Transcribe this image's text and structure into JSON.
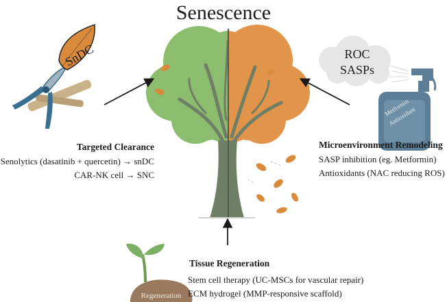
{
  "title": "Senescence",
  "left_panel": {
    "badge": "SnDC",
    "heading": "Targeted Clearance",
    "lines": [
      "Senolytics (dasatinib + quercetin) → snDC",
      "CAR-NK cell → SNC"
    ]
  },
  "right_panel": {
    "cloud_line1": "ROC",
    "cloud_line2": "SASPs",
    "bottle_line1": "Metformin",
    "bottle_line2": "Antioxidant",
    "heading": "Microenvironment Remodeling",
    "lines": [
      "SASP inhibition (eg. Metformin)",
      "Antioxidants (NAC reducing ROS)"
    ]
  },
  "bottom_panel": {
    "soil_label": "Regeneration",
    "heading": "Tissue Regeneration",
    "lines": [
      "Stem cell therapy (UC-MSCs for vascular repair)",
      "ECM hydrogel (MMP-responsive scaffold)"
    ]
  },
  "colors": {
    "healthy_canopy": "#8cbd6e",
    "senescent_canopy": "#e2954a",
    "trunk": "#6f7f66",
    "tool_blue": "#3b6f8f",
    "leaf_orange": "#d98a3a",
    "bottle": "#5c7e96",
    "soil": "#9a7a5e"
  }
}
